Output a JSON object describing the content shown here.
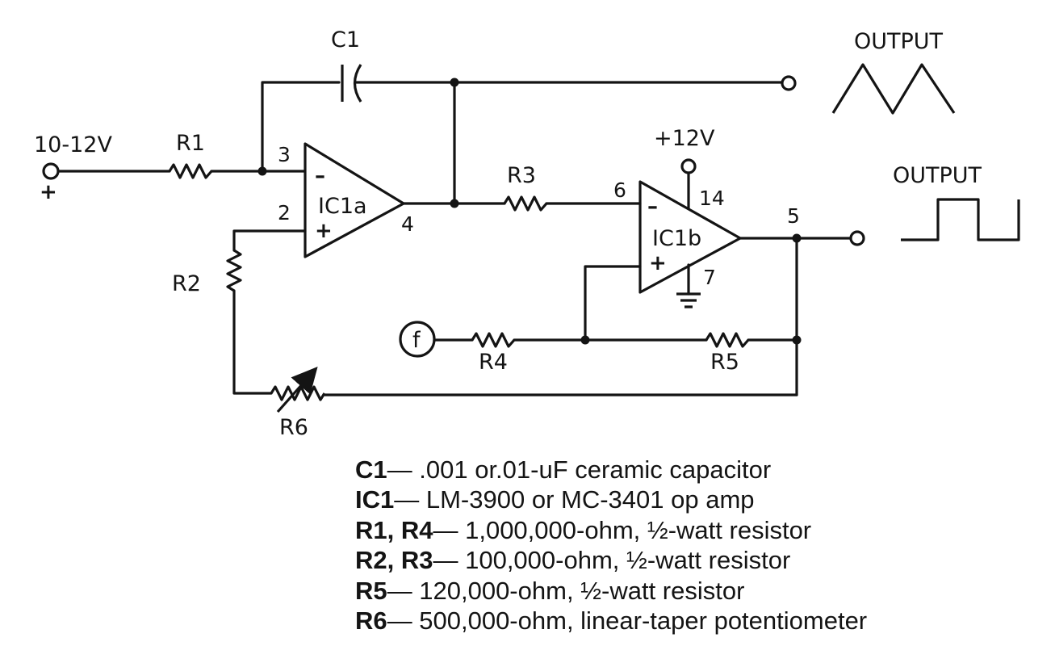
{
  "diagram": {
    "input_label": "10-12V",
    "input_polarity": "+",
    "components": {
      "c1": "C1",
      "r1": "R1",
      "r2": "R2",
      "r3": "R3",
      "r4": "R4",
      "r5": "R5",
      "r6": "R6",
      "ic1a": "IC1a",
      "ic1b": "IC1b"
    },
    "pins": {
      "ic1a_inverting": "3",
      "ic1a_noninverting": "2",
      "ic1a_output": "4",
      "ic1b_inverting": "6",
      "ic1b_output": "5",
      "ic1b_supply": "14",
      "ic1b_ground": "7"
    },
    "supply_label": "+12V",
    "frequency_terminal": "f",
    "outputs": {
      "triangle": "OUTPUT",
      "square": "OUTPUT"
    },
    "signs": {
      "minus": "–",
      "plus": "+"
    }
  },
  "parts_list": [
    {
      "ref": "C1",
      "desc": "— .001 or.01-uF ceramic capacitor"
    },
    {
      "ref": "IC1",
      "desc": "— LM-3900 or MC-3401 op amp"
    },
    {
      "ref": "R1, R4",
      "desc": "— 1,000,000-ohm, ½-watt resistor"
    },
    {
      "ref": "R2, R3",
      "desc": "— 100,000-ohm, ½-watt resistor"
    },
    {
      "ref": "R5",
      "desc": "— 120,000-ohm, ½-watt resistor"
    },
    {
      "ref": "R6",
      "desc": "— 500,000-ohm, linear-taper potentiometer"
    }
  ]
}
